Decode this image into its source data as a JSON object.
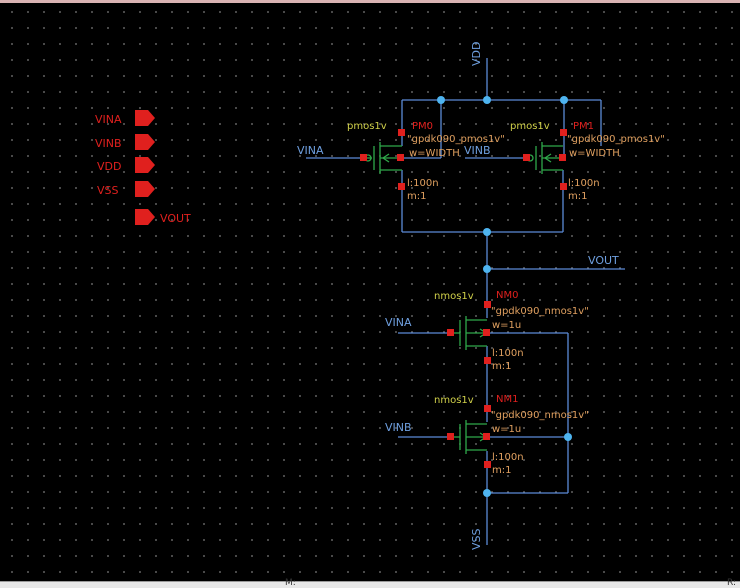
{
  "schematic": {
    "pins": [
      "VINA",
      "VINB",
      "VDD",
      "VSS",
      "VOUT"
    ],
    "nets": {
      "vdd": "VDD",
      "vss": "VSS",
      "vout": "VOUT",
      "vina_top": "VINA",
      "vinb_top": "VINB",
      "vina_bottom": "VINA",
      "vinb_bottom": "VINB"
    },
    "devices": {
      "pm0": {
        "cell": "pmos1v",
        "instance": "PM0",
        "model": "\"gpdk090_pmos1v\"",
        "w": "w=WIDTH",
        "l": "l:100n",
        "m": "m:1"
      },
      "pm1": {
        "cell": "pmos1v",
        "instance": "PM1",
        "model": "\"gpdk090_pmos1v\"",
        "w": "w=WIDTH",
        "l": "l:100n",
        "m": "m:1"
      },
      "nm0": {
        "cell": "nmos1v",
        "instance": "NM0",
        "model": "\"gpdk090_nmos1v\"",
        "w": "w=1u",
        "l": "l:100n",
        "m": "m:1"
      },
      "nm1": {
        "cell": "nmos1v",
        "instance": "NM1",
        "model": "\"gpdk090_nmos1v\"",
        "w": "w=1u",
        "l": "l:100n",
        "m": "m:1"
      }
    }
  },
  "status_bar": {
    "left_text": "M:",
    "right_text": "R:"
  }
}
